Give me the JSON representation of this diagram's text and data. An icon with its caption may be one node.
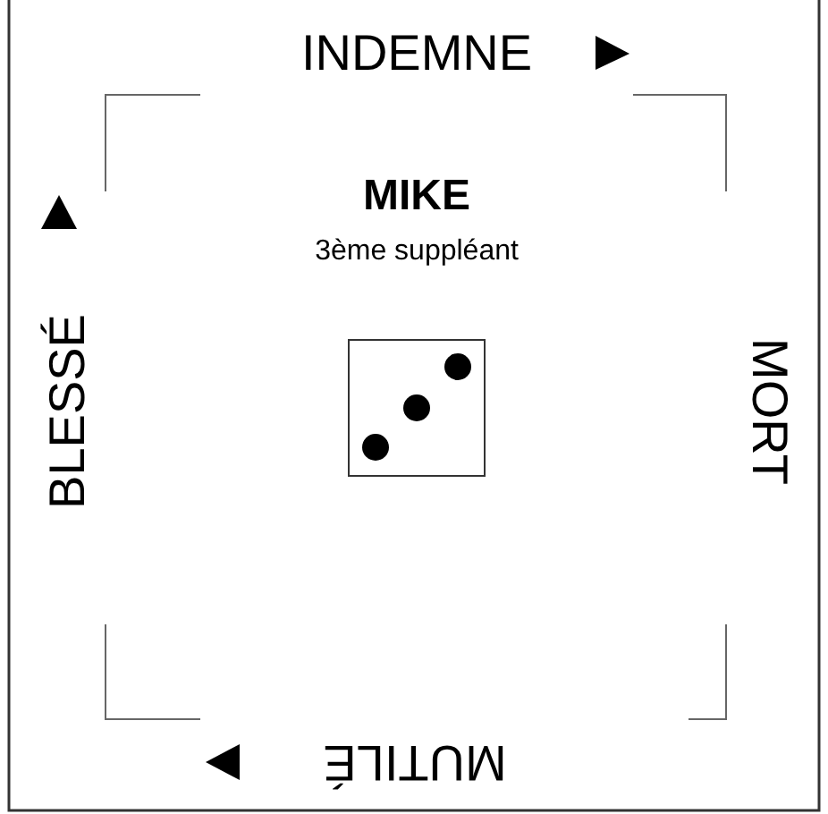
{
  "diagram": {
    "labels": [
      "INDEMNE",
      "MIKE",
      "3ème suppléant",
      "BLESSÉ",
      "MORT",
      "MUTILÉ"
    ]
  }
}
